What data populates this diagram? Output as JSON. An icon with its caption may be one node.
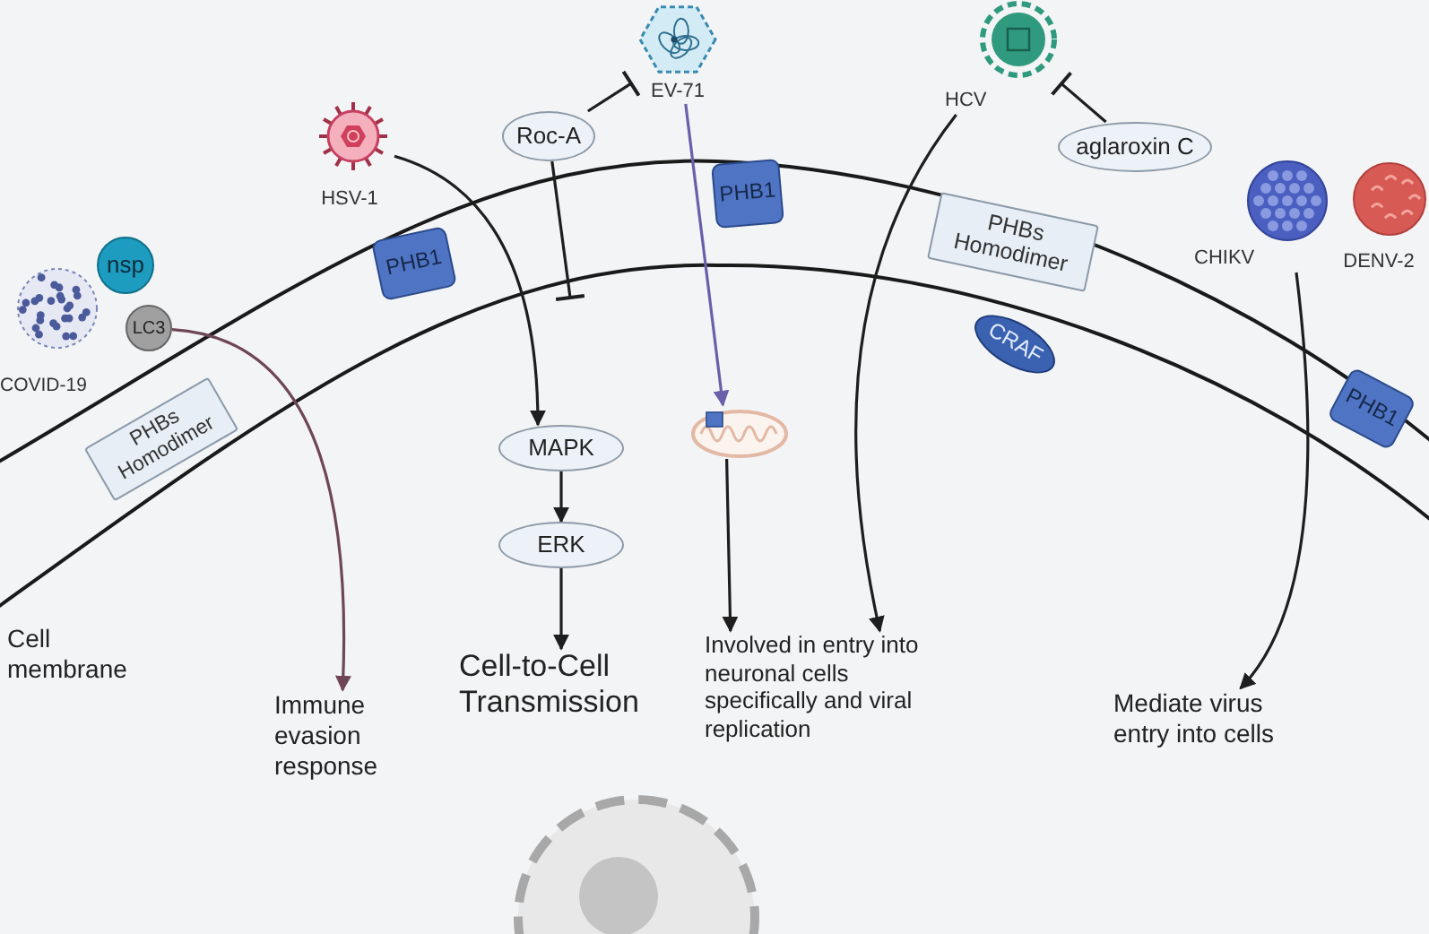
{
  "diagram": {
    "nodes": [
      {
        "text": [
          "COVID-19"
        ]
      },
      {
        "text": [
          "nsp"
        ]
      },
      {
        "text": [
          "LC3"
        ]
      },
      {
        "text": [
          "PHBs Homodimer"
        ]
      },
      {
        "text": [
          "HSV-1"
        ]
      },
      {
        "text": [
          "PHB1"
        ]
      },
      {
        "text": [
          "Roc-A"
        ]
      },
      {
        "text": [
          "EV-71"
        ]
      },
      {
        "text": [
          "PHB1"
        ]
      },
      {
        "text": [
          "HCV"
        ]
      },
      {
        "text": [
          "aglaroxin C"
        ]
      },
      {
        "text": [
          "PHBs Homodimer"
        ]
      },
      {
        "text": [
          "CRAF"
        ]
      },
      {
        "text": [
          "CHIKV"
        ]
      },
      {
        "text": [
          "DENV-2"
        ]
      },
      {
        "text": [
          "PHB1"
        ]
      },
      {
        "text": [
          "MAPK"
        ]
      },
      {
        "text": [
          "ERK"
        ]
      },
      {
        "text": [],
        "shape": "picture"
      },
      {
        "text": [
          "Immune evasion response"
        ]
      },
      {
        "text": [
          "Cell-to-Cell Transmission"
        ]
      },
      {
        "text": [
          "Involved in entry into neuronal cells specifically and viral replication"
        ]
      },
      {
        "text": [
          "Mediate virus entry into cells"
        ]
      }
    ],
    "edges": [
      {
        "from": 2,
        "to": 19,
        "arrow": "to",
        "color": "#6e4656"
      },
      {
        "from": 4,
        "to": 16,
        "arrow": "to"
      },
      {
        "from": 6,
        "to": 7,
        "arrow": "other"
      },
      {
        "from": 6,
        "to": null,
        "arrow": "other"
      },
      {
        "from": 16,
        "to": 17,
        "arrow": "to"
      },
      {
        "from": 17,
        "to": 20,
        "arrow": "to"
      },
      {
        "from": 7,
        "to": 18,
        "arrow": "to",
        "color": "#6a5fa8"
      },
      {
        "from": 18,
        "to": 21,
        "arrow": "to"
      },
      {
        "from": 9,
        "to": 21,
        "arrow": "to"
      },
      {
        "from": 10,
        "to": 9,
        "arrow": "other"
      },
      {
        "from": 13,
        "to": 22,
        "arrow": "to"
      }
    ],
    "labels": [
      "Cell membrane"
    ]
  }
}
